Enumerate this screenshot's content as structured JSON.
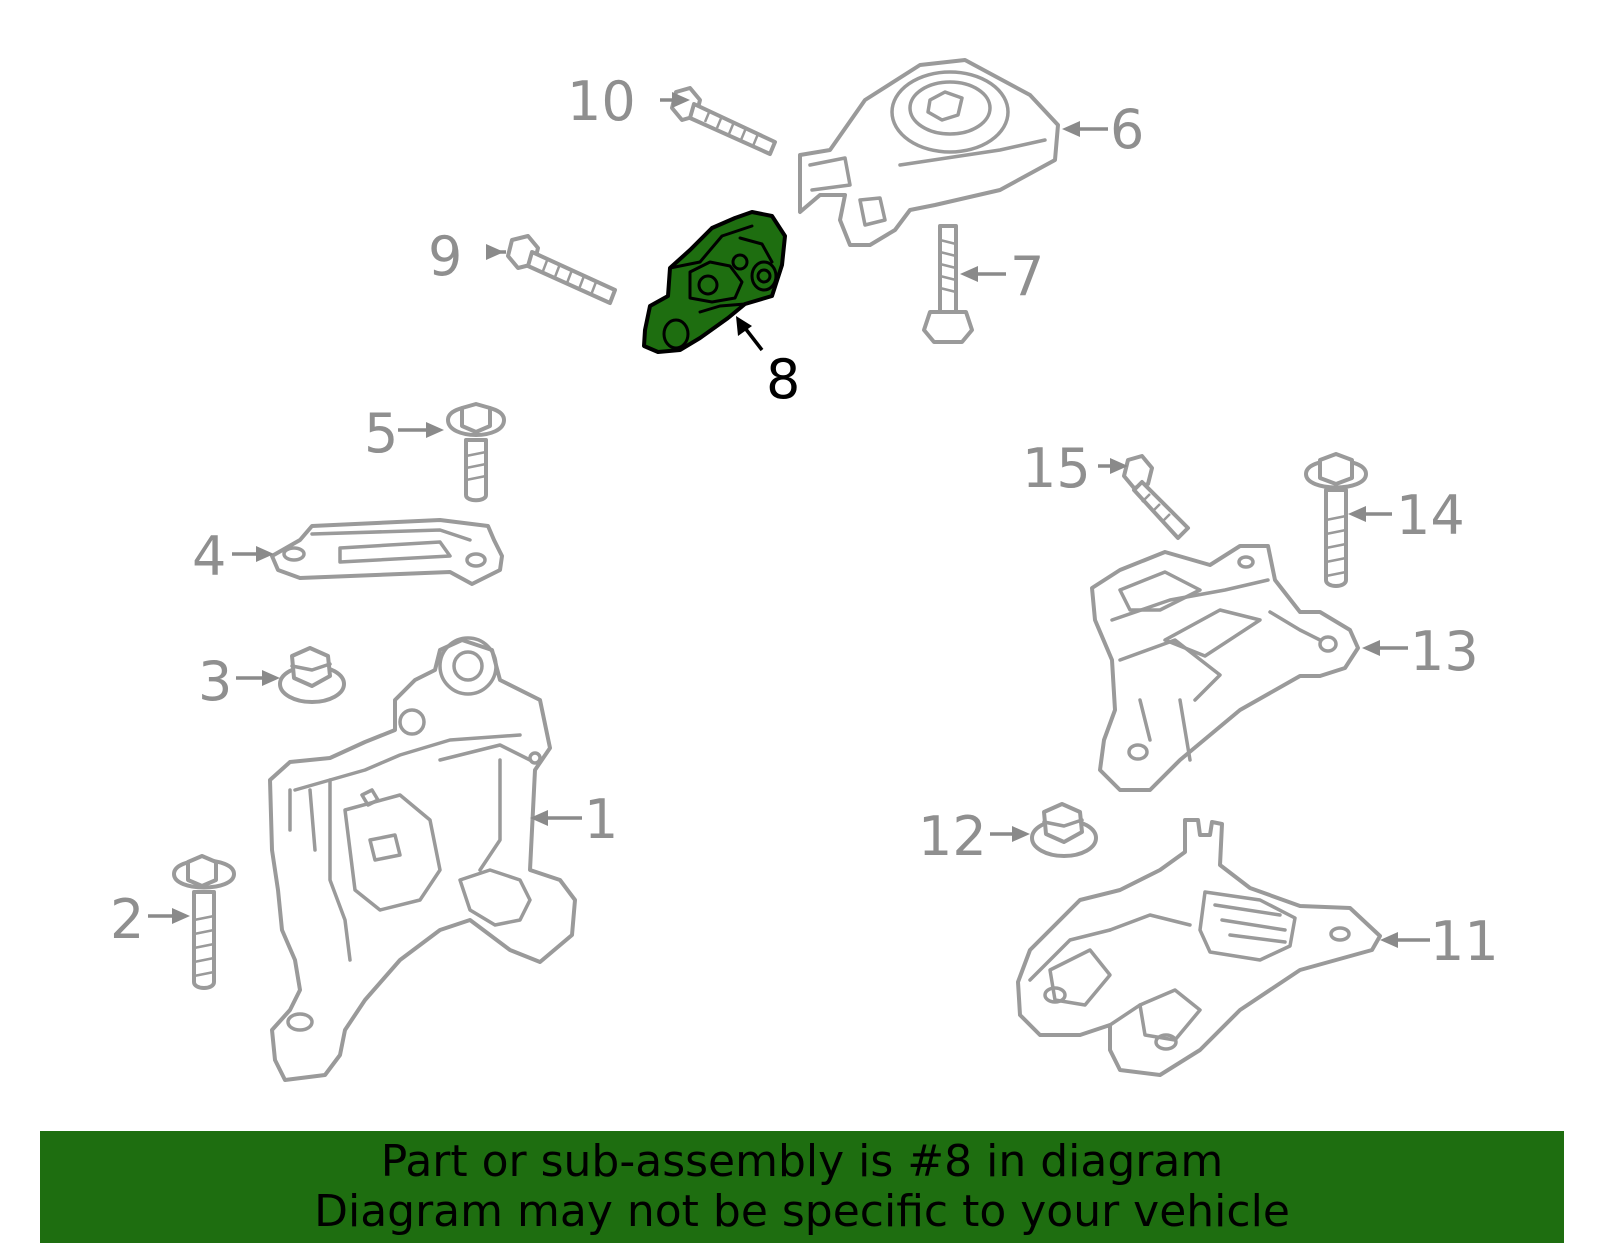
{
  "highlight_color": "#1e6e10",
  "highlighted_callout": "8",
  "callouts": {
    "c1": "1",
    "c2": "2",
    "c3": "3",
    "c4": "4",
    "c5": "5",
    "c6": "6",
    "c7": "7",
    "c8": "8",
    "c9": "9",
    "c10": "10",
    "c11": "11",
    "c12": "12",
    "c13": "13",
    "c14": "14",
    "c15": "15"
  },
  "banner": {
    "line1": "Part or sub-assembly is #8 in diagram",
    "line2": "Diagram may not be specific to your vehicle"
  }
}
